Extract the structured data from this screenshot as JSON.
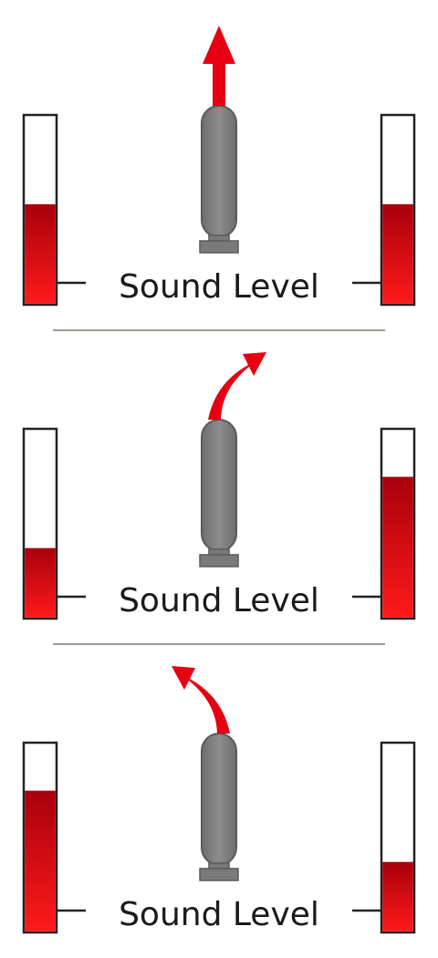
{
  "colors": {
    "meter_fill": "#d40010",
    "meter_fill_light": "#ff1a1a",
    "meter_border": "#222222",
    "mic_body": "#808080",
    "mic_outline": "#5a5a5a",
    "arrow": "#e60012",
    "separator": "#a49a96",
    "label": "#1a1a1a"
  },
  "panels": [
    {
      "label": "Sound Level",
      "arrow_direction": "up",
      "left_meter_level": 0.53,
      "right_meter_level": 0.53
    },
    {
      "label": "Sound Level",
      "arrow_direction": "right",
      "left_meter_level": 0.37,
      "right_meter_level": 0.75
    },
    {
      "label": "Sound Level",
      "arrow_direction": "left",
      "left_meter_level": 0.75,
      "right_meter_level": 0.37
    }
  ]
}
